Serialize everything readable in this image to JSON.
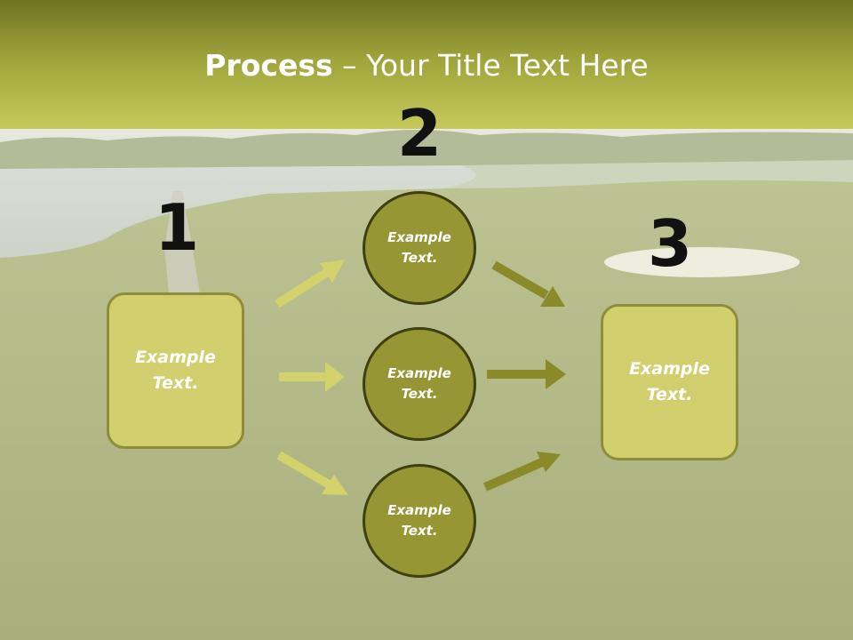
{
  "title": {
    "bold": "Process",
    "rest": " – Your Title Text Here"
  },
  "steps": {
    "one": "1",
    "two": "2",
    "three": "3"
  },
  "left_box": "Example\nText.",
  "right_box": "Example\nText.",
  "circles": [
    "Example\nText.",
    "Example\nText.",
    "Example\nText."
  ],
  "colors": {
    "header": "#9ea33a",
    "box_fill": "#d2d06e",
    "circle_fill": "#979634",
    "arrow_light": "#d3d26c",
    "arrow_dark": "#8a8a2a"
  },
  "background": "golf course with lake and bunker"
}
